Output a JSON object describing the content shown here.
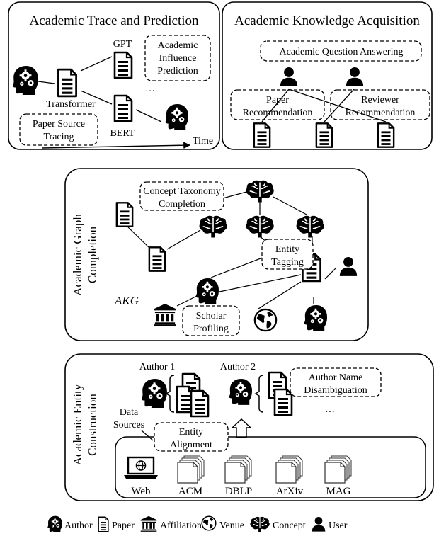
{
  "panels": {
    "trace": {
      "title": "Academic Trace and Prediction",
      "transformer": "Transformer",
      "gpt": "GPT",
      "bert": "BERT",
      "ellipsis": "…",
      "influence": [
        "Academic",
        "Influence",
        "Prediction"
      ],
      "source_tracing": [
        "Paper Source",
        "Tracing"
      ],
      "time": "Time"
    },
    "knowledge": {
      "title": "Academic Knowledge Acquisition",
      "qa": "Academic Question Answering",
      "paper_rec": [
        "Paper",
        "Recommendation"
      ],
      "reviewer_rec": [
        "Reviewer",
        "Recommendation"
      ]
    },
    "graph": {
      "side_label": [
        "Academic Graph",
        "Completion"
      ],
      "taxonomy": [
        "Concept Taxonomy",
        "Completion"
      ],
      "entity_tagging": [
        "Entity",
        "Tagging"
      ],
      "akg": "AKG",
      "scholar_profiling": [
        "Scholar",
        "Profiling"
      ]
    },
    "entity": {
      "side_label": [
        "Academic Entity",
        "Construction"
      ],
      "author1": "Author 1",
      "author2": "Author 2",
      "disambiguation": [
        "Author Name",
        "Disambiguation"
      ],
      "ellipsis": "…",
      "data_sources": [
        "Data",
        "Sources"
      ],
      "alignment": [
        "Entity",
        "Alignment"
      ],
      "sources": [
        "Web",
        "ACM",
        "DBLP",
        "ArXiv",
        "MAG"
      ]
    }
  },
  "legend": [
    {
      "icon": "author-icon",
      "label": "Author"
    },
    {
      "icon": "paper-icon",
      "label": "Paper"
    },
    {
      "icon": "affiliation-icon",
      "label": "Affiliation"
    },
    {
      "icon": "venue-icon",
      "label": "Venue"
    },
    {
      "icon": "concept-icon",
      "label": "Concept"
    },
    {
      "icon": "user-icon",
      "label": "User"
    }
  ]
}
